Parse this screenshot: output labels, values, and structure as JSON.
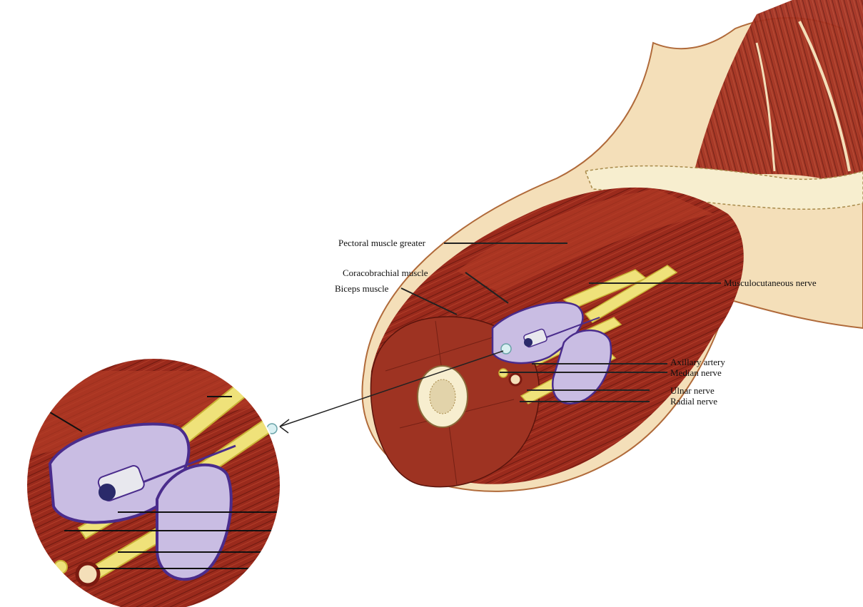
{
  "figure": {
    "labels": {
      "pectoral": "Pectoral muscle greater",
      "coracobrachial": "Coracobrachial muscle",
      "biceps": "Biceps muscle",
      "musculocutaneous": "Musculocutaneous nerve",
      "axillary_artery": "Axillary artery",
      "median": "Median nerve",
      "ulnar": "Ulnar nerve",
      "radial": "Radial nerve"
    },
    "colors": {
      "muscle": "#9a2a1c",
      "muscle_dark": "#6e1a10",
      "muscle_light": "#b8432c",
      "skin": "#f4dfb9",
      "skin_outline": "#b06a3a",
      "nerve": "#efe27a",
      "nerve_outline": "#c9b336",
      "vessel_purple": "#c9bde3",
      "purple_outline": "#4a2c8c",
      "bone_marrow": "#f7eecf",
      "leader": "#222222"
    },
    "icons": [
      "needle-icon",
      "magnifier-icon"
    ]
  }
}
